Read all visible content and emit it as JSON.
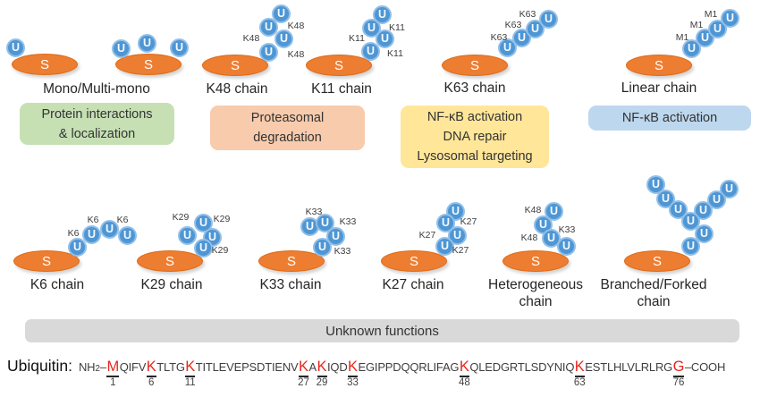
{
  "glyphs": {
    "u": "U",
    "s": "S"
  },
  "colors": {
    "ubiquitin_fill": "#4E96D4",
    "ubiquitin_border": "#92BFE8",
    "substrate_fill": "#ED7D31",
    "box_green": "#C6E0B4",
    "box_peach": "#F8CBAD",
    "box_yellow": "#FFE699",
    "box_blue": "#BDD7EE",
    "bar_gray": "#D9D9D9",
    "red_residue": "#E8251D"
  },
  "row1": {
    "mono": {
      "label": "Mono/Multi-mono"
    },
    "k48": {
      "label": "K48 chain",
      "links": [
        "K48",
        "K48",
        "K48"
      ]
    },
    "k11": {
      "label": "K11 chain",
      "links": [
        "K11",
        "K11",
        "K11"
      ]
    },
    "k63": {
      "label": "K63 chain",
      "links": [
        "K63",
        "K63",
        "K63"
      ]
    },
    "linear": {
      "label": "Linear chain",
      "links": [
        "M1",
        "M1",
        "M1"
      ]
    }
  },
  "row2": {
    "k6": {
      "label": "K6 chain",
      "links": [
        "K6",
        "K6",
        "K6"
      ]
    },
    "k29": {
      "label": "K29 chain",
      "links": [
        "K29",
        "K29",
        "K29"
      ]
    },
    "k33": {
      "label": "K33 chain",
      "links": [
        "K33",
        "K33",
        "K33"
      ]
    },
    "k27": {
      "label": "K27 chain",
      "links": [
        "K27",
        "K27",
        "K27"
      ]
    },
    "hetero": {
      "label_line1": "Heterogeneous",
      "label_line2": "chain",
      "links": [
        "K48",
        "K33",
        "K48"
      ]
    },
    "branched": {
      "label_line1": "Branched/Forked",
      "label_line2": "chain"
    }
  },
  "function_boxes": {
    "protein_interactions": {
      "lines": [
        "Protein interactions",
        "& localization"
      ]
    },
    "proteasomal": {
      "lines": [
        "Proteasomal",
        "degradation"
      ]
    },
    "nfkb_dna_lysosomal": {
      "lines": [
        "NF-κB activation",
        "DNA repair",
        "Lysosomal targeting"
      ]
    },
    "nfkb": {
      "lines": [
        "NF-κB activation"
      ]
    },
    "unknown": {
      "lines": [
        "Unknown functions"
      ]
    }
  },
  "sequence": {
    "title": "Ubiquitin:",
    "amino_prefix": "NH",
    "amino_sub": "2",
    "dash": "–",
    "segments": [
      {
        "red": "M",
        "num": "1"
      },
      {
        "plain": "QIFV"
      },
      {
        "red": "K",
        "num": "6"
      },
      {
        "plain": "TLTG"
      },
      {
        "red": "K",
        "num": "11"
      },
      {
        "plain": "TITLEVEPSDTIENV"
      },
      {
        "red": "K",
        "num": "27"
      },
      {
        "plain": "A"
      },
      {
        "red": "K",
        "num": "29"
      },
      {
        "plain": "IQD"
      },
      {
        "red": "K",
        "num": "33"
      },
      {
        "plain": "EGIPPDQQRLIFAG"
      },
      {
        "red": "K",
        "num": "48"
      },
      {
        "plain": "QLEDGRTLSDYNIQ"
      },
      {
        "red": "K",
        "num": "63"
      },
      {
        "plain": "ESTLHLVLRLRG"
      },
      {
        "red": "G",
        "num": "76"
      },
      {
        "plain": "–COOH"
      }
    ]
  }
}
